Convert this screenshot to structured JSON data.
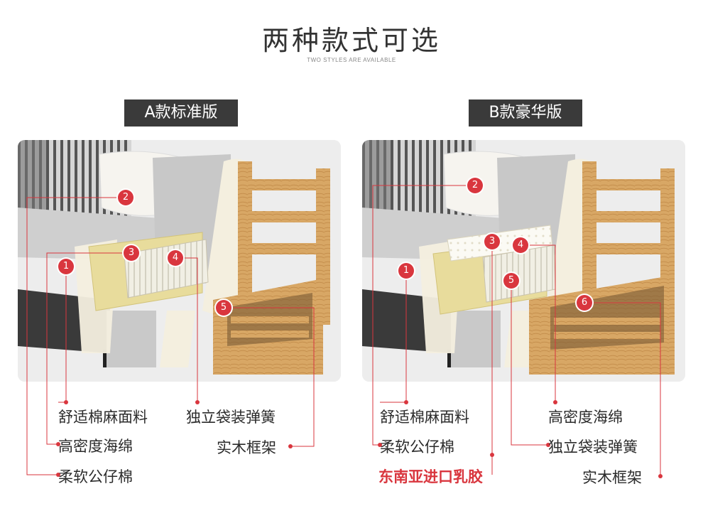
{
  "header": {
    "title": "两种款式可选",
    "subtitle": "TWO STYLES ARE AVAILABLE"
  },
  "colors": {
    "accent": "#d9363e",
    "label_bg": "#3a3a3a",
    "wood": "#d8a765",
    "foam": "#e8dc9c"
  },
  "style_a": {
    "label": "A款标准版",
    "badges": [
      "1",
      "2",
      "3",
      "4",
      "5"
    ],
    "features": {
      "fabric": "舒适棉麻面料",
      "foam": "高密度海绵",
      "cotton": "柔软公仔棉",
      "springs": "独立袋装弹簧",
      "frame": "实木框架"
    }
  },
  "style_b": {
    "label": "B款豪华版",
    "badges": [
      "1",
      "2",
      "3",
      "4",
      "5",
      "6"
    ],
    "features": {
      "fabric": "舒适棉麻面料",
      "cotton": "柔软公仔棉",
      "latex": "东南亚进口乳胶",
      "foam": "高密度海绵",
      "springs": "独立袋装弹簧",
      "frame": "实木框架"
    }
  }
}
